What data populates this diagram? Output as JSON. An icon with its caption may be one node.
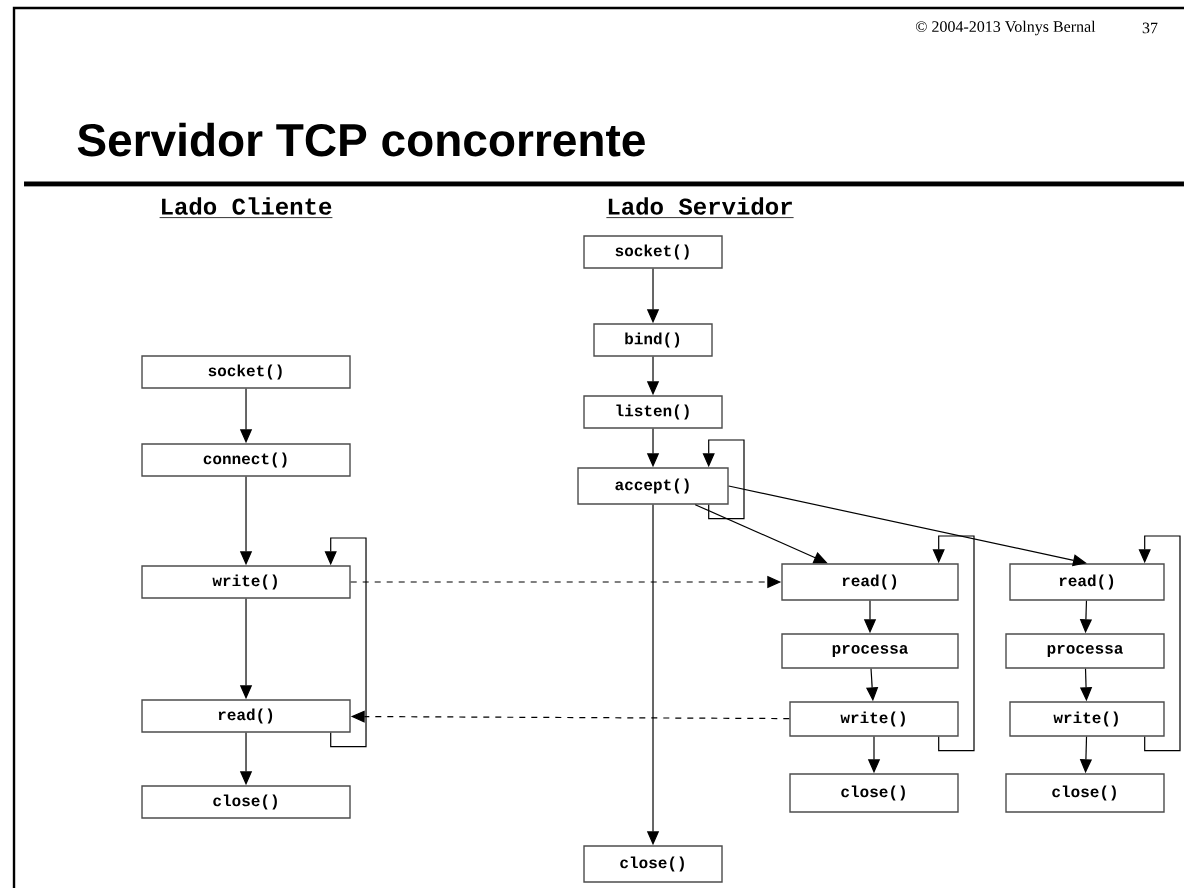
{
  "diagram": {
    "title": "Servidor TCP concorrente",
    "nodes": [
      {
        "text": [
          "socket()"
        ]
      },
      {
        "text": [
          "connect()"
        ]
      },
      {
        "text": [
          "write()"
        ]
      },
      {
        "text": [
          "read()"
        ]
      },
      {
        "text": [
          "close()"
        ]
      },
      {
        "text": [
          "socket()"
        ]
      },
      {
        "text": [
          "bind()"
        ]
      },
      {
        "text": [
          "listen()"
        ]
      },
      {
        "text": [
          "accept()"
        ]
      },
      {
        "text": [
          "read()"
        ]
      },
      {
        "text": [
          "processa"
        ]
      },
      {
        "text": [
          "write()"
        ]
      },
      {
        "text": [
          "close()"
        ]
      },
      {
        "text": [
          "read()"
        ]
      },
      {
        "text": [
          "processa"
        ]
      },
      {
        "text": [
          "write()"
        ]
      },
      {
        "text": [
          "close()"
        ]
      },
      {
        "text": [
          "close()"
        ]
      }
    ],
    "edges": [
      {
        "from": 0,
        "to": 1,
        "arrow": "to"
      },
      {
        "from": 1,
        "to": 2,
        "arrow": "to"
      },
      {
        "from": 2,
        "to": 3,
        "arrow": "to"
      },
      {
        "from": 3,
        "to": 4,
        "arrow": "to"
      },
      {
        "from": 3,
        "to": 2,
        "arrow": "to"
      },
      {
        "from": 2,
        "to": 9,
        "arrow": "to",
        "style": "dashed"
      },
      {
        "from": 11,
        "to": 3,
        "arrow": "to",
        "style": "dashed"
      },
      {
        "from": 5,
        "to": 6,
        "arrow": "to"
      },
      {
        "from": 6,
        "to": 7,
        "arrow": "to"
      },
      {
        "from": 7,
        "to": 8,
        "arrow": "to"
      },
      {
        "from": 8,
        "to": 8,
        "arrow": "to"
      },
      {
        "from": 8,
        "to": 17,
        "arrow": "to"
      },
      {
        "from": 8,
        "to": 9,
        "arrow": "to"
      },
      {
        "from": 8,
        "to": 13,
        "arrow": "to"
      },
      {
        "from": 9,
        "to": 10,
        "arrow": "to"
      },
      {
        "from": 10,
        "to": 11,
        "arrow": "to"
      },
      {
        "from": 11,
        "to": 12,
        "arrow": "to"
      },
      {
        "from": 11,
        "to": 9,
        "arrow": "to"
      },
      {
        "from": 13,
        "to": 14,
        "arrow": "to"
      },
      {
        "from": 14,
        "to": 15,
        "arrow": "to"
      },
      {
        "from": 15,
        "to": 16,
        "arrow": "to"
      },
      {
        "from": 15,
        "to": 13,
        "arrow": "to"
      }
    ],
    "labels": [
      "© 2004-2013 Volnys Bernal",
      "37",
      "Lado Cliente",
      "Lado Servidor"
    ]
  }
}
